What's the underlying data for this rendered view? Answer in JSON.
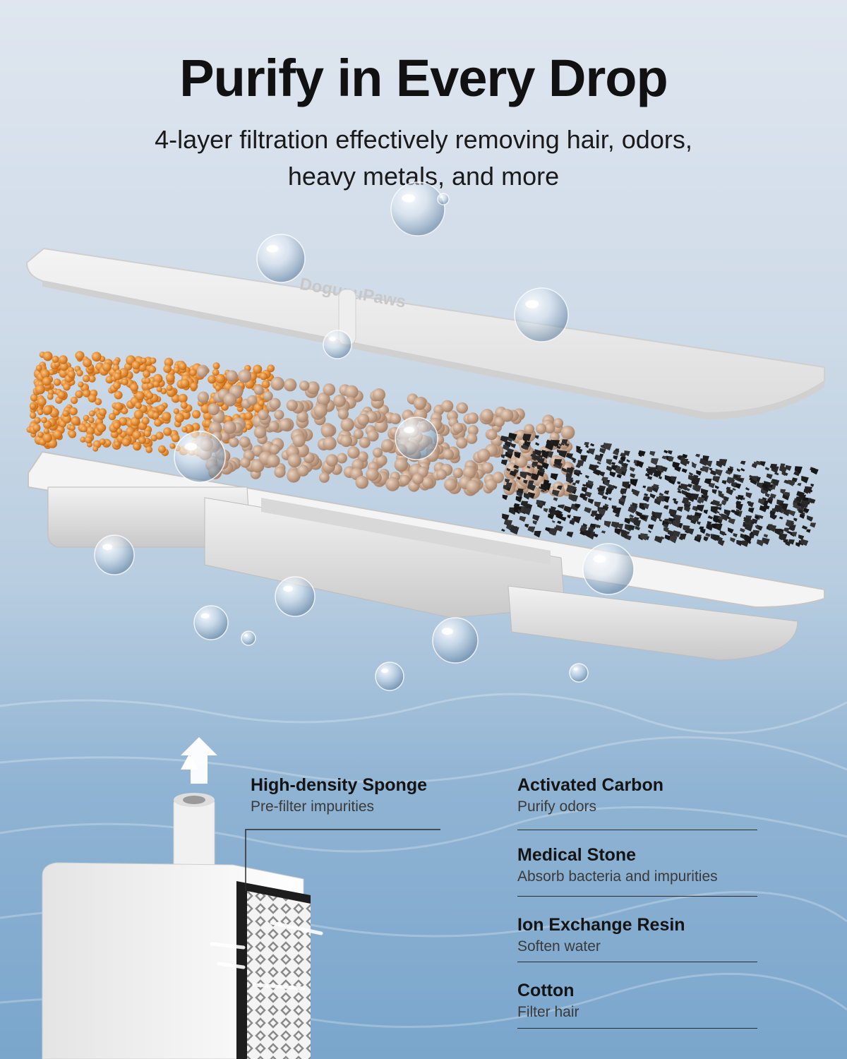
{
  "header": {
    "title": "Purify in Every Drop",
    "subtitle_line1": "4-layer filtration effectively removing hair, odors,",
    "subtitle_line2": "heavy metals, and more"
  },
  "filter_top": {
    "brand_mark": "DogunuPaws"
  },
  "pump_filter": {
    "title": "High-density Sponge",
    "description": "Pre-filter impurities"
  },
  "layers": [
    {
      "title": "Activated Carbon",
      "description": "Purify odors"
    },
    {
      "title": "Medical Stone",
      "description": "Absorb bacteria and impurities"
    },
    {
      "title": "Ion Exchange Resin",
      "description": "Soften water"
    },
    {
      "title": "Cotton",
      "description": "Filter hair"
    }
  ],
  "colors": {
    "resin": "#e08a2a",
    "stone": "#c9a68a",
    "carbon": "#1c1c1c",
    "felt": "#ececec"
  }
}
